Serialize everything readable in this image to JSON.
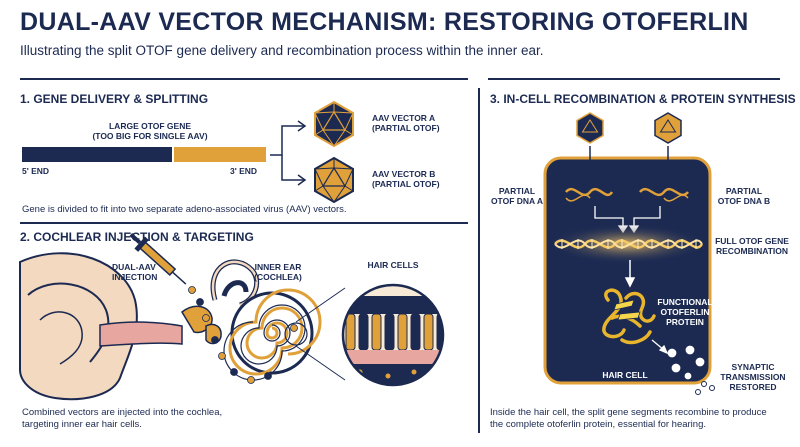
{
  "header": {
    "title": "DUAL-AAV VECTOR MECHANISM: RESTORING OTOFERLIN",
    "subtitle": "Illustrating the split OTOF gene delivery and recombination process within the inner ear."
  },
  "section1": {
    "title": "1. GENE DELIVERY & SPLITTING",
    "gene_label_line1": "LARGE OTOF GENE",
    "gene_label_line2": "(TOO BIG FOR SINGLE AAV)",
    "end5": "5' END",
    "end3": "3' END",
    "vector_a_line1": "AAV VECTOR A",
    "vector_a_line2": "(PARTIAL OTOF)",
    "vector_b_line1": "AAV VECTOR B",
    "vector_b_line2": "(PARTIAL OTOF)",
    "caption": "Gene is divided to fit into two separate adeno-associated virus (AAV) vectors."
  },
  "section2": {
    "title": "2. COCHLEAR INJECTION & TARGETING",
    "injection_line1": "DUAL-AAV",
    "injection_line2": "INJECTION",
    "inner_ear_line1": "INNER EAR",
    "inner_ear_line2": "(COCHLEA)",
    "hair_cells": "HAIR CELLS",
    "caption_line1": "Combined vectors are injected into the cochlea,",
    "caption_line2": "targeting inner ear hair cells."
  },
  "section3": {
    "title": "3. IN-CELL RECOMBINATION & PROTEIN SYNTHESIS",
    "partial_a_line1": "PARTIAL",
    "partial_a_line2": "OTOF DNA A",
    "partial_b_line1": "PARTIAL",
    "partial_b_line2": "OTOF DNA B",
    "full_line1": "FULL OTOF GENE",
    "full_line2": "RECOMBINATION",
    "protein_line1": "FUNCTIONAL",
    "protein_line2": "OTOFERLIN",
    "protein_line3": "PROTEIN",
    "hair_cell": "HAIR CELL",
    "synaptic_line1": "SYNAPTIC",
    "synaptic_line2": "TRANSMISSION",
    "synaptic_line3": "RESTORED",
    "caption_line1": "Inside the hair cell, the split gene segments recombine to produce",
    "caption_line2": "the complete otoferlin protein, essential for hearing."
  },
  "colors": {
    "navy": "#1c2a52",
    "gold": "#e0a03a",
    "skin": "#f3d9bf",
    "pink": "#e7a7a0"
  }
}
